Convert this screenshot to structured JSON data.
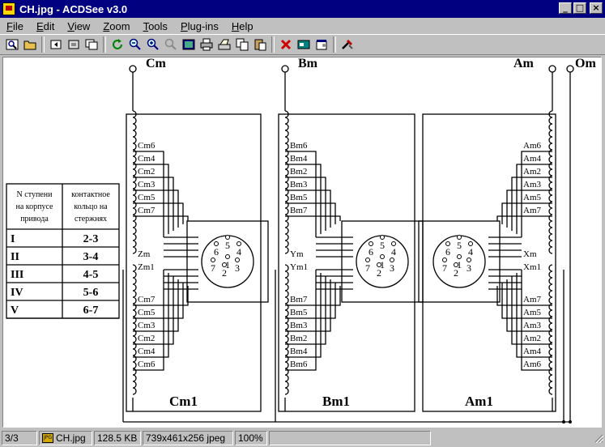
{
  "window": {
    "title": "CH.jpg - ACDSee v3.0",
    "buttons": [
      "_",
      "□",
      "×"
    ]
  },
  "menu": [
    {
      "label": "File",
      "u": "F",
      "rest": "ile"
    },
    {
      "label": "Edit",
      "u": "E",
      "rest": "dit"
    },
    {
      "label": "View",
      "u": "V",
      "rest": "iew"
    },
    {
      "label": "Zoom",
      "u": "Z",
      "rest": "oom"
    },
    {
      "label": "Tools",
      "u": "T",
      "rest": "ools"
    },
    {
      "label": "Plug-ins",
      "u": "P",
      "rest": "lug-ins"
    },
    {
      "label": "Help",
      "u": "H",
      "rest": "elp"
    }
  ],
  "toolbar": [
    "browse-icon",
    "open-folder-icon",
    "first-icon",
    "previous-icon",
    "next-icon",
    "rotate-icon",
    "zoom-out-icon",
    "zoom-in-icon",
    "zoom-fit-icon",
    "full-screen-icon",
    "print-icon",
    "scan-icon",
    "copy-icon",
    "paste-icon",
    "delete-icon",
    "rename-icon",
    "properties-icon",
    "tools-icon"
  ],
  "diagram": {
    "terminals": {
      "cm": "Cm",
      "bm": "Bm",
      "am": "Am",
      "om": "Om"
    },
    "coils": {
      "c": "Cm1",
      "b": "Bm1",
      "a": "Am1"
    },
    "c_taps_top": [
      "Cm6",
      "Cm4",
      "Cm2",
      "Cm3",
      "Cm5",
      "Cm7"
    ],
    "c_mid": [
      "Zm",
      "Zm1"
    ],
    "c_taps_bottom": [
      "Cm7",
      "Cm5",
      "Cm3",
      "Cm2",
      "Cm4",
      "Cm6"
    ],
    "b_taps_top": [
      "Bm6",
      "Bm4",
      "Bm2",
      "Bm3",
      "Bm5",
      "Bm7"
    ],
    "b_mid": [
      "Ym",
      "Ym1"
    ],
    "b_taps_bottom": [
      "Bm7",
      "Bm5",
      "Bm3",
      "Bm2",
      "Bm4",
      "Bm6"
    ],
    "a_taps_top": [
      "Am6",
      "Am4",
      "Am2",
      "Am3",
      "Am5",
      "Am7"
    ],
    "a_mid": [
      "Xm",
      "Xm1"
    ],
    "a_taps_bottom": [
      "Am7",
      "Am5",
      "Am3",
      "Am2",
      "Am4",
      "Am6"
    ],
    "switch_pins": [
      "6",
      "5",
      "4",
      "7",
      "2",
      "3",
      "1"
    ],
    "table": {
      "header1": [
        "N ступени",
        "на корпусе",
        "привода"
      ],
      "header2": [
        "контактное",
        "кольцо на",
        "стержнях"
      ],
      "rows": [
        [
          "I",
          "2-3"
        ],
        [
          "II",
          "3-4"
        ],
        [
          "III",
          "4-5"
        ],
        [
          "IV",
          "5-6"
        ],
        [
          "V",
          "6-7"
        ]
      ]
    }
  },
  "status": {
    "position": "3/3",
    "filename": "CH.jpg",
    "filesize": "128.5 KB",
    "dimensions": "739x461x256 jpeg",
    "zoom": "100%"
  },
  "colors": {
    "titlebar": "#000080",
    "chrome": "#c0c0c0",
    "canvas": "#ffffff"
  }
}
